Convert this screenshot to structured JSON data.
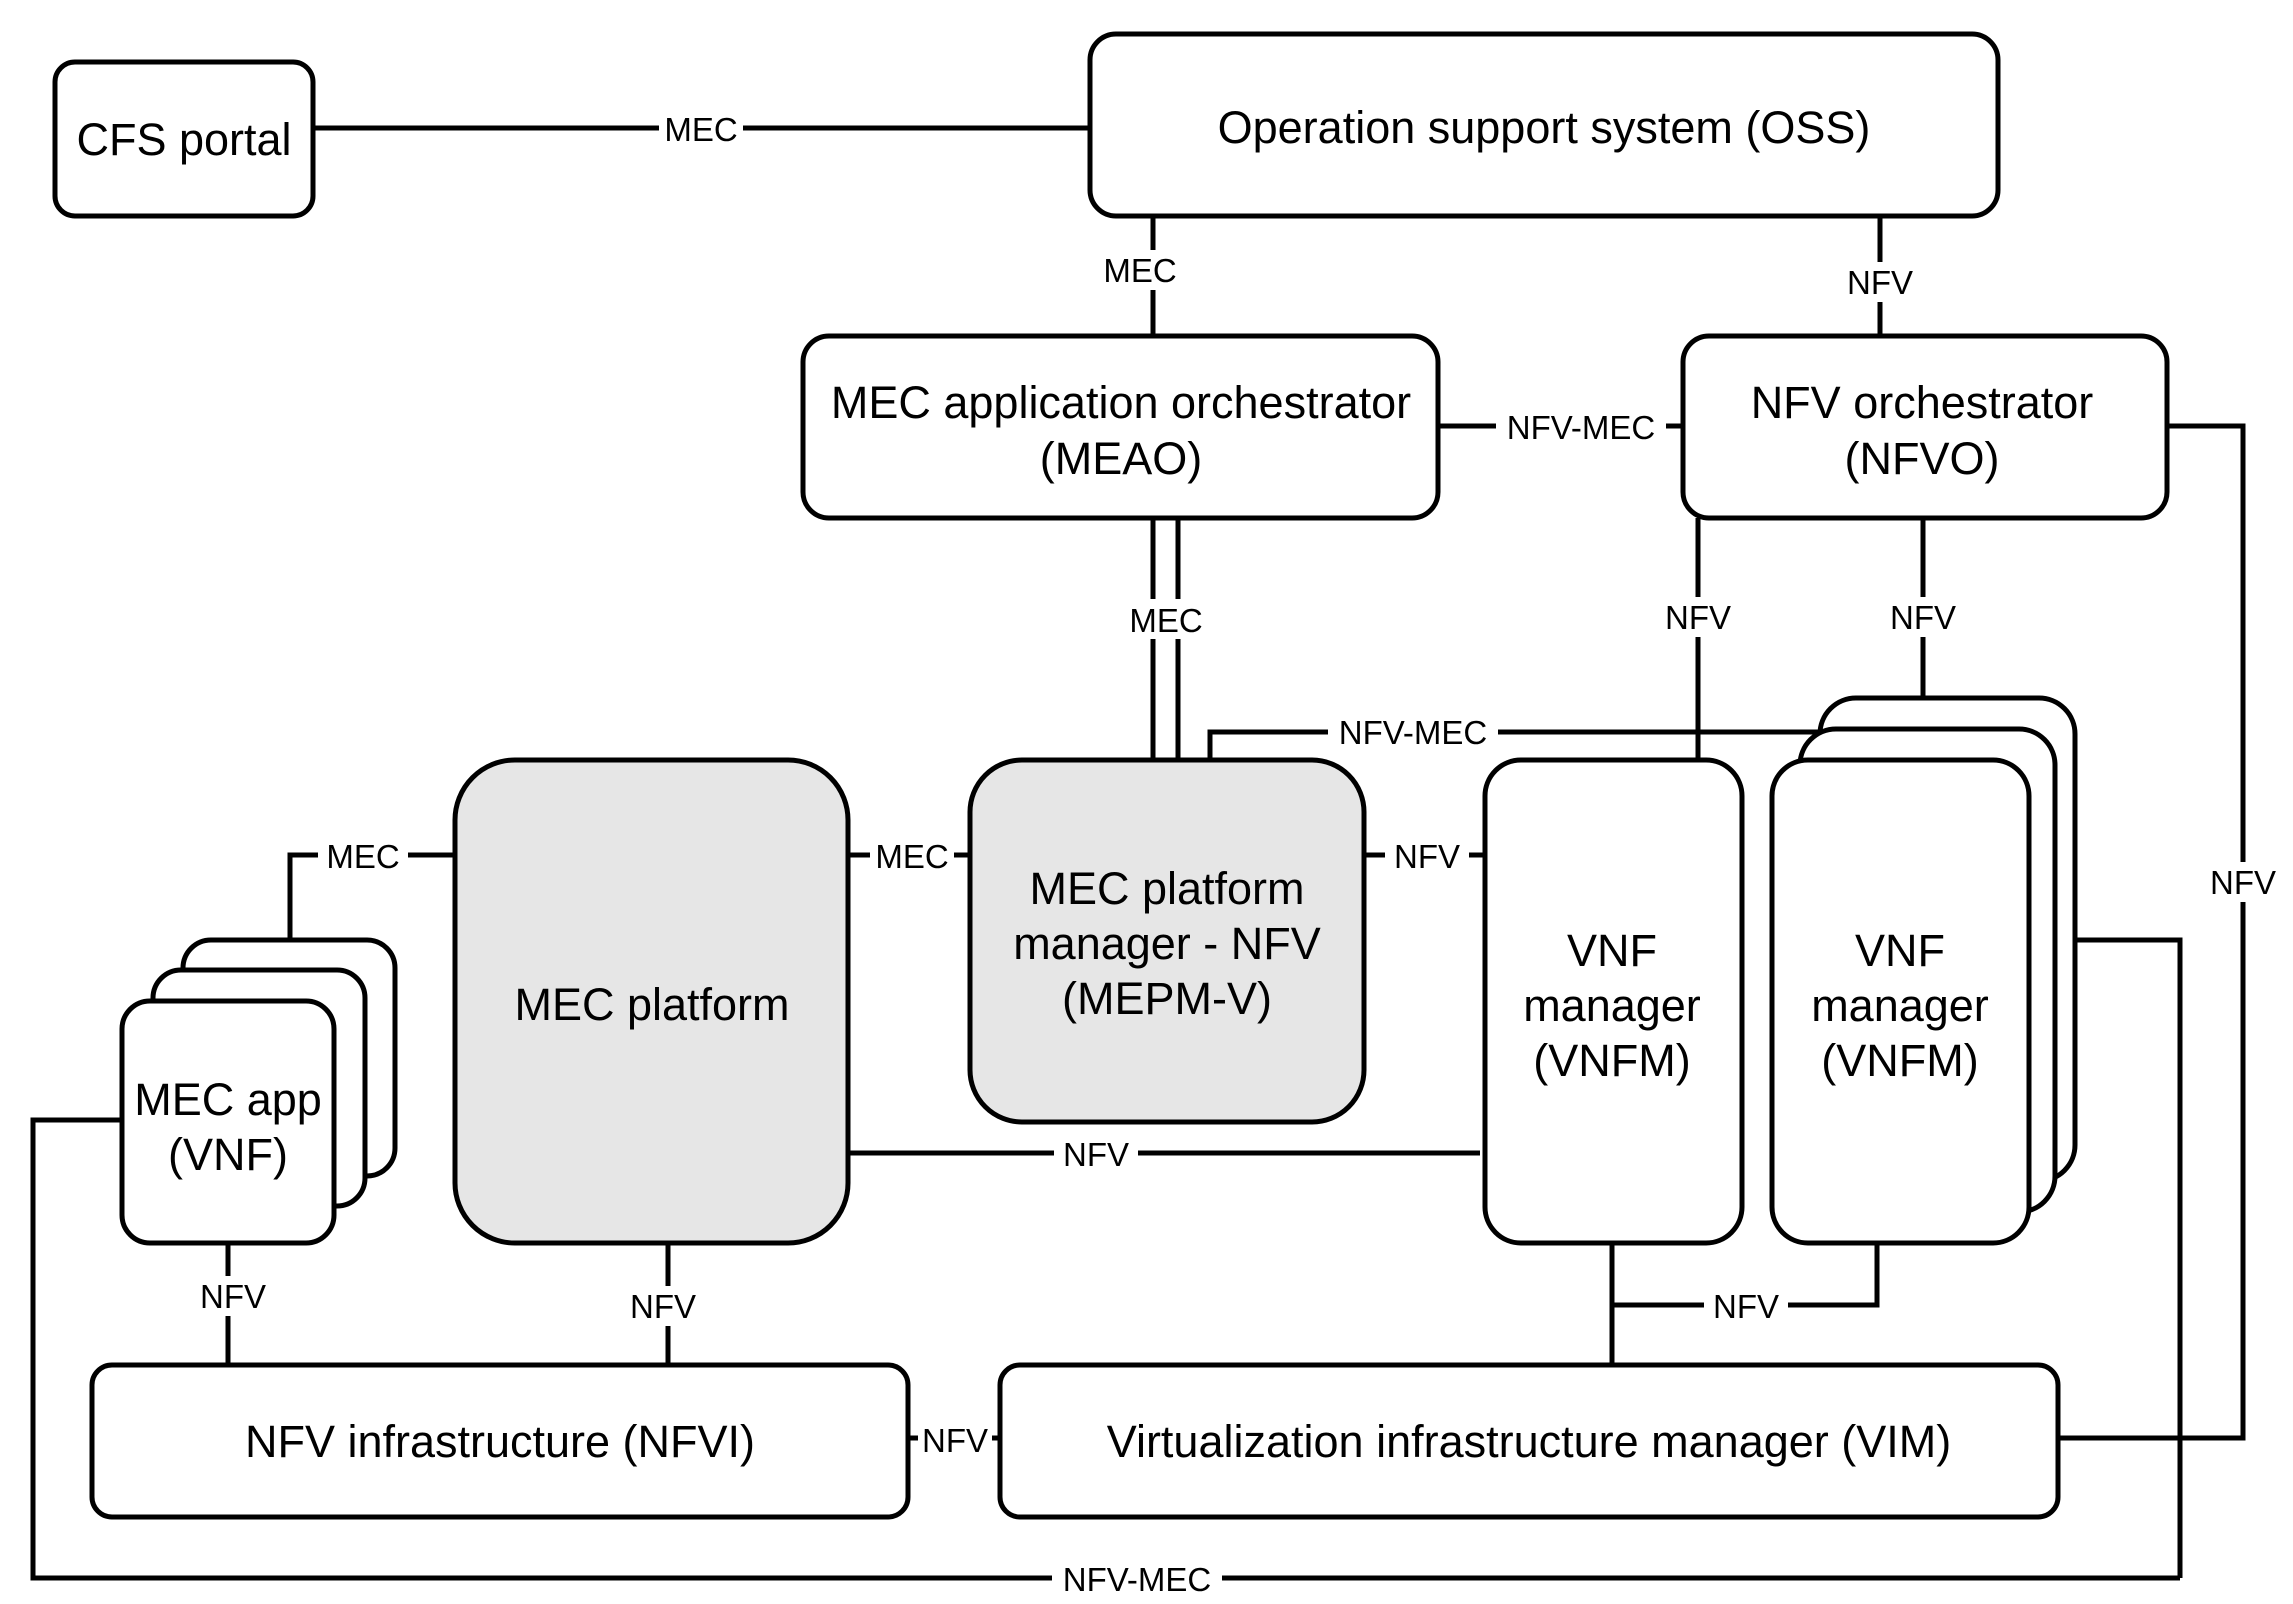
{
  "boxes": {
    "cfs_portal": "CFS portal",
    "oss": "Operation support system (OSS)",
    "meao_line1": "MEC application orchestrator",
    "meao_line2": "(MEAO)",
    "nfvo_line1": "NFV orchestrator",
    "nfvo_line2": "(NFVO)",
    "mec_platform": "MEC platform",
    "mepm_line1": "MEC platform",
    "mepm_line2": "manager - NFV",
    "mepm_line3": "(MEPM-V)",
    "vnfm1_line1": "VNF",
    "vnfm1_line2": "manager",
    "vnfm1_line3": "(VNFM)",
    "vnfm2_line1": "VNF",
    "vnfm2_line2": "manager",
    "vnfm2_line3": "(VNFM)",
    "mec_app_line1": "MEC app",
    "mec_app_line2": "(VNF)",
    "nfvi": "NFV infrastructure (NFVI)",
    "vim": "Virtualization infrastructure manager (VIM)"
  },
  "links": {
    "cfs_oss": "MEC",
    "oss_meao": "MEC",
    "oss_nfvo": "NFV",
    "meao_nfvo": "NFV-MEC",
    "meao_mepm": "MEC",
    "nfvo_vnfm1": "NFV",
    "nfvo_vnfm2": "NFV",
    "nfvo_vim": "NFV",
    "mepm_vnfm": "NFV-MEC",
    "app_platform": "MEC",
    "platform_mepm": "MEC",
    "mepm_vnfm1": "NFV",
    "platform_vnfm1": "NFV",
    "app_nfvi": "NFV",
    "platform_nfvi": "NFV",
    "vnfm_vim": "NFV",
    "nfvi_vim": "NFV",
    "app_vim_bottom": "NFV-MEC"
  },
  "colors": {
    "line": "#000000",
    "box_fill": "#ffffff",
    "highlight_fill": "#e6e6e6"
  }
}
